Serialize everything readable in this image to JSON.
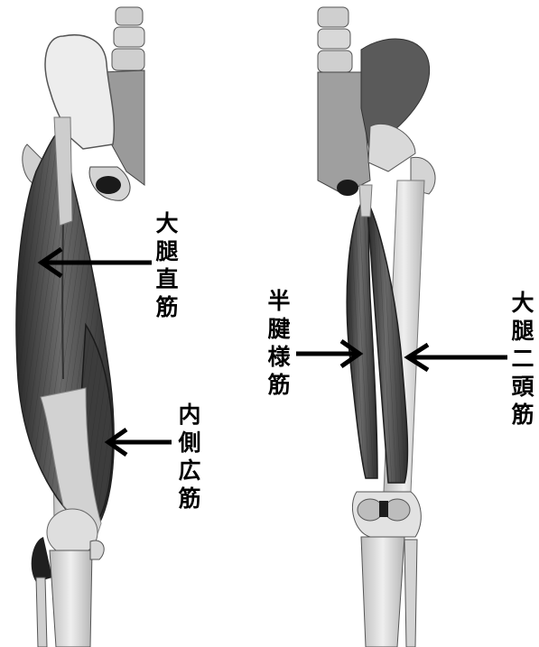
{
  "labels": {
    "rectus_femoris": [
      "大",
      "腿",
      "直",
      "筋"
    ],
    "vastus_medialis": [
      "内",
      "側",
      "広",
      "筋"
    ],
    "semitendinosus": [
      "半",
      "腱",
      "様",
      "筋"
    ],
    "biceps_femoris": [
      "大",
      "腿",
      "二",
      "頭",
      "筋"
    ]
  },
  "colors": {
    "bone": "#e4e4e4",
    "bone_shadow": "#a8a8a8",
    "muscle": "#5a5a5a",
    "muscle_dark": "#2e2e2e",
    "tendon": "#cfcfcf",
    "arrow": "#000000"
  }
}
